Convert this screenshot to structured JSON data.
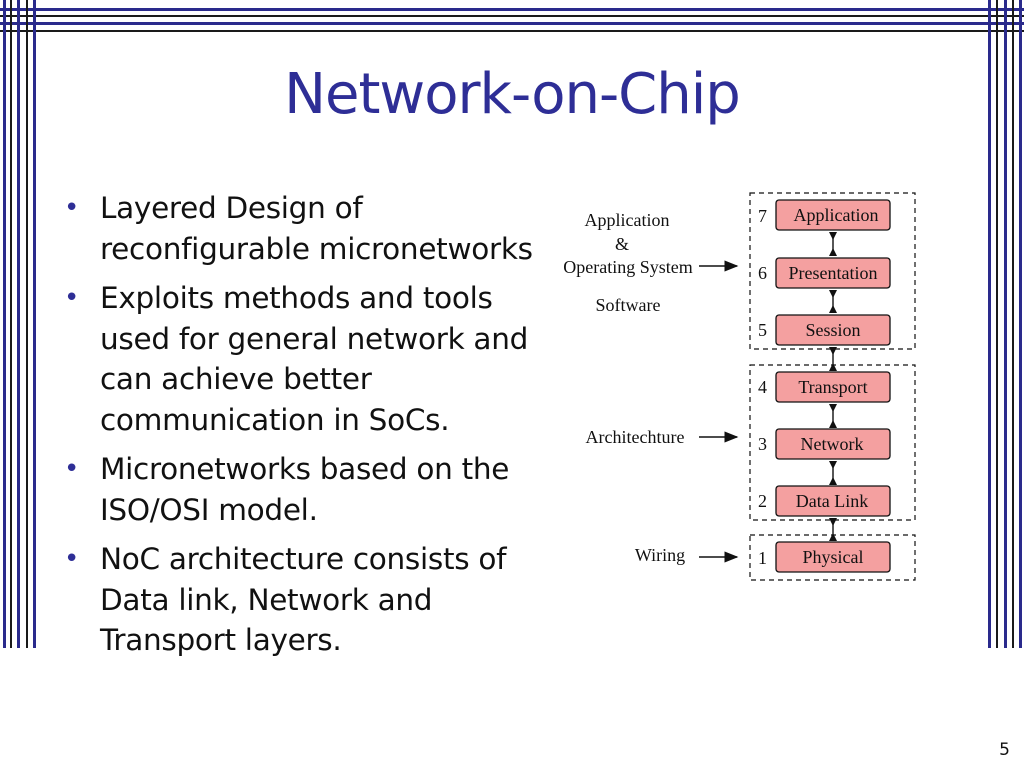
{
  "slide": {
    "title": "Network-on-Chip",
    "bullets": [
      "Layered Design of reconfigurable micronetworks",
      "Exploits methods and tools used for general network and can achieve better communication in SoCs.",
      "Micronetworks based on the ISO/OSI model.",
      "NoC architecture consists of Data link, Network and Transport layers."
    ],
    "page_number": "5"
  },
  "diagram": {
    "layers": [
      {
        "num": "7",
        "name": "Application"
      },
      {
        "num": "6",
        "name": "Presentation"
      },
      {
        "num": "5",
        "name": "Session"
      },
      {
        "num": "4",
        "name": "Transport"
      },
      {
        "num": "3",
        "name": "Network"
      },
      {
        "num": "2",
        "name": "Data Link"
      },
      {
        "num": "1",
        "name": "Physical"
      }
    ],
    "groups": {
      "software_top": "Application",
      "software_amp": "&",
      "software_os": "Operating System",
      "software": "Software",
      "architecture": "Architechture",
      "wiring": "Wiring"
    },
    "colors": {
      "layer_fill": "#f4a0a0",
      "frame_blue": "#2a2a8c",
      "title": "#2e2e96"
    }
  }
}
